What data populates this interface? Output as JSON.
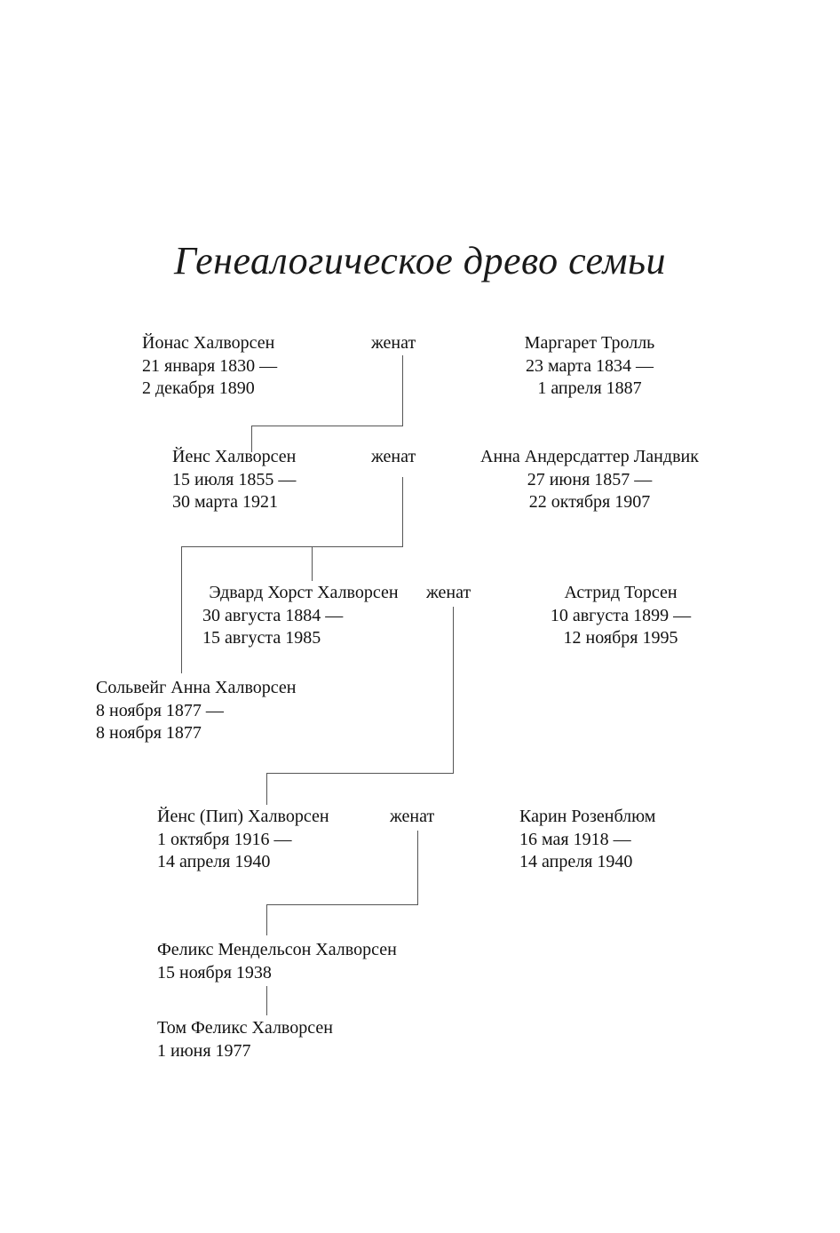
{
  "title": "Генеалогическое древо семьи",
  "married_label": "женат",
  "people": {
    "jonas": {
      "name": "Йонас Халворсен",
      "born": "21 января 1830 —",
      "died": "2 декабря 1890"
    },
    "margaret": {
      "name": "Маргарет Тролль",
      "born": "23 марта 1834 —",
      "died": "1 апреля 1887"
    },
    "jens": {
      "name": "Йенс Халворсен",
      "born": "15 июля 1855 —",
      "died": "30 марта 1921"
    },
    "anna": {
      "name": "Анна Андерсдаттер Ландвик",
      "born": "27 июня 1857 —",
      "died": "22 октября 1907"
    },
    "edvard": {
      "name": "Эдвард Хорст Халворсен",
      "born": "30 августа 1884 —",
      "died": "15 августа 1985"
    },
    "astrid": {
      "name": "Астрид Торсен",
      "born": "10 августа 1899 —",
      "died": "12 ноября 1995"
    },
    "solveig": {
      "name": "Сольвейг Анна Халворсен",
      "born": "8 ноября 1877 —",
      "died": "8 ноября 1877"
    },
    "pip": {
      "name": "Йенс (Пип) Халворсен",
      "born": "1 октября 1916 —",
      "died": "14 апреля 1940"
    },
    "karin": {
      "name": "Карин Розенблюм",
      "born": "16 мая 1918 —",
      "died": "14 апреля 1940"
    },
    "felix": {
      "name": "Феликс Мендельсон Халворсен",
      "born": "15 ноября 1938"
    },
    "tom": {
      "name": "Том Феликс Халворсен",
      "born": "1 июня 1977"
    }
  }
}
